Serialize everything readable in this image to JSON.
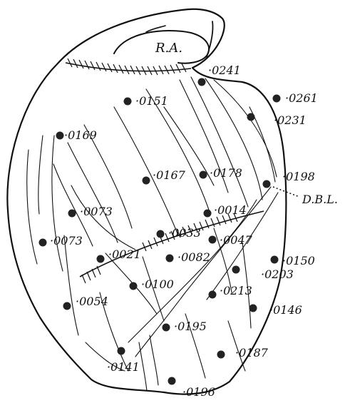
{
  "figure": {
    "atrium_label": "R.A.",
    "line_label": "D.B.L.",
    "points": [
      {
        "id": "p0241",
        "label": "·0241"
      },
      {
        "id": "p0261",
        "label": "·0261"
      },
      {
        "id": "p0231",
        "label": "·0231"
      },
      {
        "id": "p0151",
        "label": "·0151"
      },
      {
        "id": "p0169",
        "label": "·0169"
      },
      {
        "id": "p0167",
        "label": "·0167"
      },
      {
        "id": "p0178",
        "label": "·0178"
      },
      {
        "id": "p0198",
        "label": "·0198"
      },
      {
        "id": "p0073a",
        "label": "·0073"
      },
      {
        "id": "p0014",
        "label": "·0014"
      },
      {
        "id": "p0073b",
        "label": "·0073"
      },
      {
        "id": "p0033",
        "label": "·0033"
      },
      {
        "id": "p0047",
        "label": "·0047"
      },
      {
        "id": "p0021",
        "label": "·0021"
      },
      {
        "id": "p0082",
        "label": "·0082"
      },
      {
        "id": "p0150",
        "label": "·0150"
      },
      {
        "id": "p0203",
        "label": "·0203"
      },
      {
        "id": "p0100",
        "label": "·0100"
      },
      {
        "id": "p0213",
        "label": "·0213"
      },
      {
        "id": "p0054",
        "label": "·0054"
      },
      {
        "id": "p0146",
        "label": "·0146"
      },
      {
        "id": "p0195",
        "label": "·0195"
      },
      {
        "id": "p0187",
        "label": "·0187"
      },
      {
        "id": "p0141",
        "label": "·0141"
      },
      {
        "id": "p0196",
        "label": "·0196"
      }
    ]
  }
}
